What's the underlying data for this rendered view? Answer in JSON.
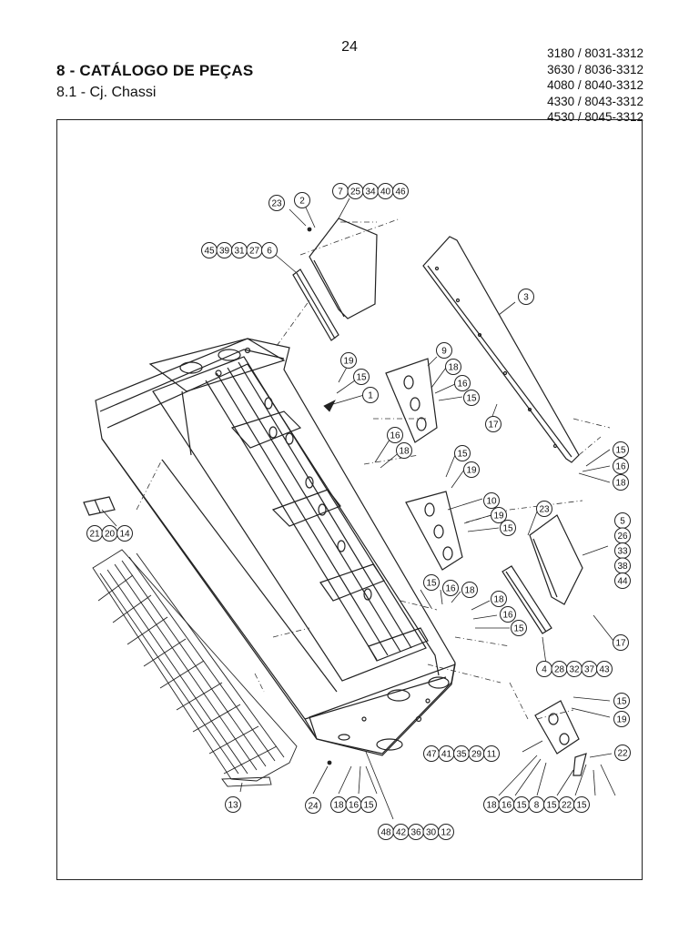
{
  "header": {
    "page_number": "24",
    "section_title": "8 - CATÁLOGO DE PEÇAS",
    "subsection_title": "8.1 - Cj. Chassi",
    "models": [
      "3180 / 8031-3312",
      "3630 / 8036-3312",
      "4080 / 8040-3312",
      "4330 / 8043-3312",
      "4530 / 8045-3312"
    ]
  },
  "callouts": [
    {
      "id": "c-23a",
      "numbers": [
        "23"
      ]
    },
    {
      "id": "c-2",
      "numbers": [
        "2"
      ]
    },
    {
      "id": "c-7-group",
      "numbers": [
        "7",
        "25",
        "34",
        "40",
        "46"
      ]
    },
    {
      "id": "c-45-group",
      "numbers": [
        "45",
        "39",
        "31",
        "27",
        "6"
      ]
    },
    {
      "id": "c-3",
      "numbers": [
        "3"
      ]
    },
    {
      "id": "c-19a",
      "numbers": [
        "19"
      ]
    },
    {
      "id": "c-15a",
      "numbers": [
        "15"
      ]
    },
    {
      "id": "c-1",
      "numbers": [
        "1"
      ]
    },
    {
      "id": "c-9",
      "numbers": [
        "9"
      ]
    },
    {
      "id": "c-18a",
      "numbers": [
        "18"
      ]
    },
    {
      "id": "c-16a",
      "numbers": [
        "16"
      ]
    },
    {
      "id": "c-15b",
      "numbers": [
        "15"
      ]
    },
    {
      "id": "c-17a",
      "numbers": [
        "17"
      ]
    },
    {
      "id": "c-16b",
      "numbers": [
        "16"
      ]
    },
    {
      "id": "c-18b",
      "numbers": [
        "18"
      ]
    },
    {
      "id": "c-15c",
      "numbers": [
        "15"
      ]
    },
    {
      "id": "c-19b",
      "numbers": [
        "19"
      ]
    },
    {
      "id": "c-15d",
      "numbers": [
        "15"
      ]
    },
    {
      "id": "c-16c",
      "numbers": [
        "16"
      ]
    },
    {
      "id": "c-18c",
      "numbers": [
        "18"
      ]
    },
    {
      "id": "c-10",
      "numbers": [
        "10"
      ]
    },
    {
      "id": "c-19c",
      "numbers": [
        "19"
      ]
    },
    {
      "id": "c-15e",
      "numbers": [
        "15"
      ]
    },
    {
      "id": "c-23b",
      "numbers": [
        "23"
      ]
    },
    {
      "id": "c-5-group",
      "numbers": [
        "5",
        "26",
        "33",
        "38",
        "44"
      ]
    },
    {
      "id": "c-21-group",
      "numbers": [
        "21",
        "20",
        "14"
      ]
    },
    {
      "id": "c-15f",
      "numbers": [
        "15"
      ]
    },
    {
      "id": "c-16d",
      "numbers": [
        "16"
      ]
    },
    {
      "id": "c-18d",
      "numbers": [
        "18"
      ]
    },
    {
      "id": "c-18e",
      "numbers": [
        "18"
      ]
    },
    {
      "id": "c-16e",
      "numbers": [
        "16"
      ]
    },
    {
      "id": "c-15g",
      "numbers": [
        "15"
      ]
    },
    {
      "id": "c-17b",
      "numbers": [
        "17"
      ]
    },
    {
      "id": "c-4-group",
      "numbers": [
        "4",
        "28",
        "32",
        "37",
        "43"
      ]
    },
    {
      "id": "c-15h",
      "numbers": [
        "15"
      ]
    },
    {
      "id": "c-19d",
      "numbers": [
        "19"
      ]
    },
    {
      "id": "c-47-group",
      "numbers": [
        "47",
        "41",
        "35",
        "29",
        "11"
      ]
    },
    {
      "id": "c-22a",
      "numbers": [
        "22"
      ]
    },
    {
      "id": "c-13",
      "numbers": [
        "13"
      ]
    },
    {
      "id": "c-24",
      "numbers": [
        "24"
      ]
    },
    {
      "id": "c-18-16-15",
      "numbers": [
        "18",
        "16",
        "15"
      ]
    },
    {
      "id": "c-bottom-right",
      "numbers": [
        "18",
        "16",
        "15",
        "8",
        "15",
        "22",
        "15"
      ]
    },
    {
      "id": "c-48-group",
      "numbers": [
        "48",
        "42",
        "36",
        "30",
        "12"
      ]
    }
  ]
}
